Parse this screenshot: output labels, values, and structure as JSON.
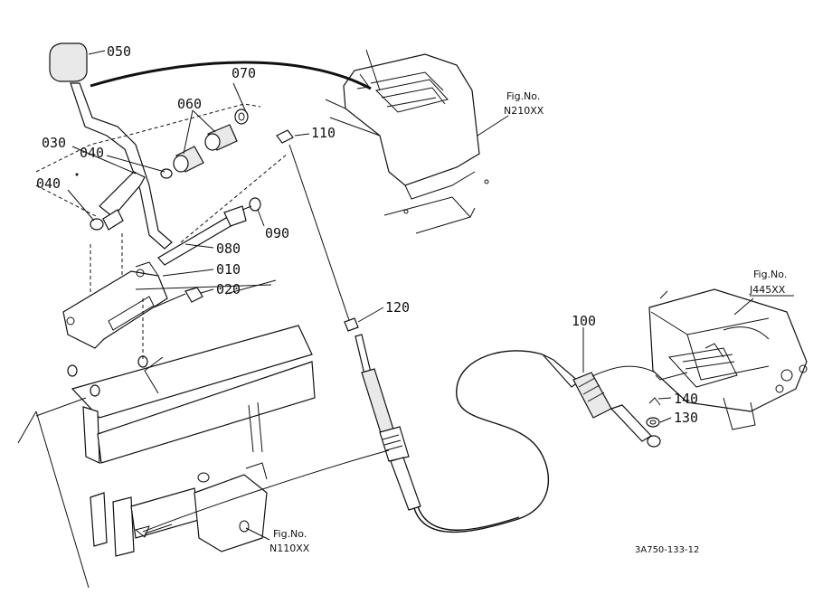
{
  "diagram": {
    "part_labels": {
      "p050": "050",
      "p070": "070",
      "p060": "060",
      "p110": "110",
      "p030": "030",
      "p040a": "040",
      "p040b": "040",
      "p090": "090",
      "p080": "080",
      "p010": "010",
      "p020": "020",
      "p120": "120",
      "p100": "100",
      "p140": "140",
      "p130": "130"
    },
    "references": {
      "fig_a_title": "Fig.No.",
      "fig_a_code": "N210XX",
      "fig_b_title": "Fig.No.",
      "fig_b_code": "J445XX",
      "fig_c_title": "Fig.No.",
      "fig_c_code": "N110XX"
    },
    "drawing_id": "3A750-133-12"
  }
}
